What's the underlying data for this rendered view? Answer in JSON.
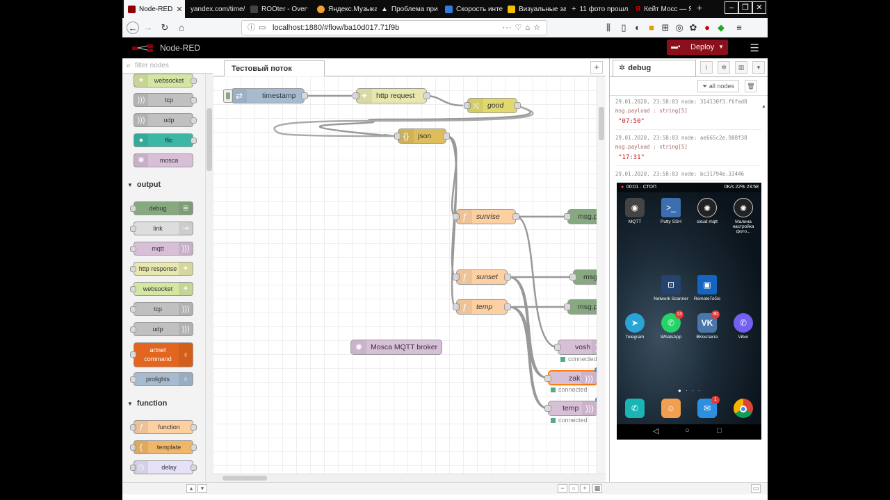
{
  "browser": {
    "tabs": [
      {
        "label": "Node-RED",
        "active": true,
        "color": "#8f0000"
      },
      {
        "label": "yandex.com/time/s",
        "active": false,
        "color": "#555555"
      },
      {
        "label": "ROOter - Overview",
        "active": false,
        "color": "#555555"
      },
      {
        "label": "Яндекс.Музыка",
        "active": false,
        "color": "#f0a030"
      },
      {
        "label": "Проблема при",
        "active": false,
        "color": "#cccccc"
      },
      {
        "label": "Скорость инте",
        "active": false,
        "color": "#2b7de0"
      },
      {
        "label": "Визуальные за",
        "active": false,
        "color": "#f0c000"
      },
      {
        "label": "11 фото прошл",
        "active": false,
        "color": "#888888"
      },
      {
        "label": "Кейт Мосс — Я",
        "active": false,
        "color": "#d00000"
      }
    ],
    "url": "localhost:1880/#flow/ba10d017.71f9b"
  },
  "header": {
    "title": "Node-RED",
    "deploy_label": "Deploy"
  },
  "palette": {
    "filter_placeholder": "filter nodes",
    "input_tail": [
      "websocket",
      "tcp",
      "udp",
      "flic",
      "mosca"
    ],
    "output_heading": "output",
    "output_nodes": [
      "debug",
      "link",
      "mqtt",
      "http response",
      "websocket",
      "tcp",
      "udp",
      "artnet command",
      "prolights"
    ],
    "function_heading": "function",
    "function_nodes": [
      "function",
      "template",
      "delay"
    ]
  },
  "workspace": {
    "tab_label": "Тестовый поток",
    "nodes": {
      "timestamp": "timestamp",
      "http_request": "http request",
      "good": "good",
      "json": "json",
      "sunrise": "sunrise",
      "sunset": "sunset",
      "temp_fn": "temp",
      "payload1": "msg.payload",
      "payload2": "msg.payload",
      "payload3": "msg.payload",
      "broker": "Mosca MQTT broker",
      "vosh": "vosh",
      "zak": "zak",
      "temp_mqtt": "temp"
    },
    "status_connected": "connected"
  },
  "sidebar": {
    "tab_label": "debug",
    "filter_label": "all nodes",
    "messages": [
      {
        "meta": "29.01.2020, 23:58:03   node: 314130f3.f6fad8",
        "topic": "msg.payload : string[5]",
        "value": "\"07:50\""
      },
      {
        "meta": "29.01.2020, 23:58:03   node: ae665c2e.908f38",
        "topic": "msg.payload : string[5]",
        "value": "\"17:31\""
      },
      {
        "meta": "29.01.2020, 23:58:03   node: bc31794e.33446",
        "topic": "",
        "value": ""
      }
    ]
  },
  "phone": {
    "status_left": "00:01 · СТОП",
    "status_right": "0K/s  22%  23:58",
    "apps_row1": [
      "MQTT",
      "Putty SSH",
      "cloud mqtt",
      "Малина настройка фото..."
    ],
    "apps_row2": [
      "Network Scanner",
      "RemoteToGo"
    ],
    "apps_row3": [
      "Telegram",
      "WhatsApp",
      "ВКонтакте",
      "Viber"
    ],
    "badge_whatsapp": "13",
    "badge_vk": "30",
    "badge_messages": "1"
  }
}
